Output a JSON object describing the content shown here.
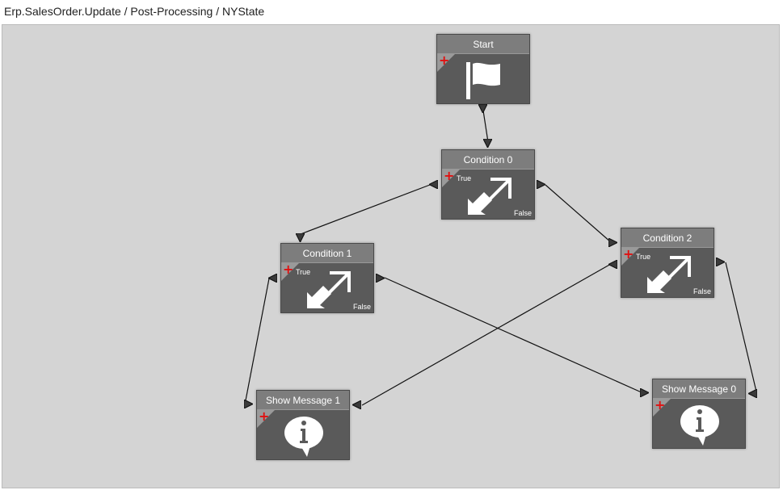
{
  "title": "Erp.SalesOrder.Update / Post-Processing / NYState",
  "nodes": {
    "start": {
      "label": "Start",
      "icon": "flag-icon"
    },
    "condition0": {
      "label": "Condition 0",
      "true_label": "True",
      "false_label": "False",
      "icon": "condition-arrows-icon"
    },
    "condition1": {
      "label": "Condition 1",
      "true_label": "True",
      "false_label": "False",
      "icon": "condition-arrows-icon"
    },
    "condition2": {
      "label": "Condition 2",
      "true_label": "True",
      "false_label": "False",
      "icon": "condition-arrows-icon"
    },
    "showMessage1": {
      "label": "Show Message 1",
      "icon": "info-bubble-icon"
    },
    "showMessage0": {
      "label": "Show Message 0",
      "icon": "info-bubble-icon"
    }
  },
  "colors": {
    "canvas": "#d4d4d4",
    "node": "#5a5a5a",
    "header": "#7d7d7d",
    "plus": "#e01010"
  }
}
